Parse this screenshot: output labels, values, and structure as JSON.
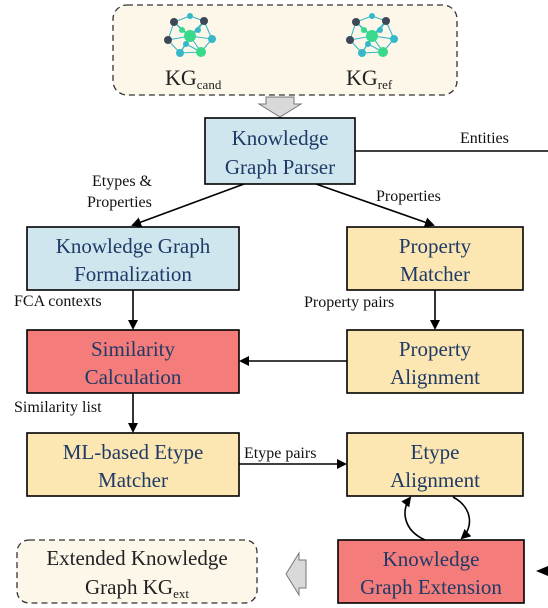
{
  "top_graphs": {
    "left_label": "KG",
    "left_subscript": "cand",
    "right_label": "KG",
    "right_subscript": "ref"
  },
  "nodes": {
    "parser": {
      "line1": "Knowledge",
      "line2": "Graph Parser",
      "color": "#cfe6ee"
    },
    "formalization": {
      "line1": "Knowledge Graph",
      "line2": "Formalization",
      "color": "#cfe6ee"
    },
    "property_matcher": {
      "line1": "Property",
      "line2": "Matcher",
      "color": "#fce7b2"
    },
    "similarity_calc": {
      "line1": "Similarity",
      "line2": "Calculation",
      "color": "#f47c7a"
    },
    "property_alignment": {
      "line1": "Property",
      "line2": "Alignment",
      "color": "#fce7b2"
    },
    "etype_matcher": {
      "line1": "ML-based Etype",
      "line2": "Matcher",
      "color": "#fce7b2"
    },
    "etype_alignment": {
      "line1": "Etype",
      "line2": "Alignment",
      "color": "#fce7b2"
    },
    "kg_extension": {
      "line1": "Knowledge",
      "line2": "Graph Extension",
      "color": "#f47c7a"
    }
  },
  "output": {
    "line1": "Extended Knowledge",
    "line2_prefix": "Graph KG",
    "line2_subscript": "ext"
  },
  "edge_labels": {
    "entities": "Entities",
    "etypes_properties_1": "Etypes &",
    "etypes_properties_2": "Properties",
    "properties": "Properties",
    "fca_contexts": "FCA contexts",
    "property_pairs": "Property pairs",
    "similarity_list": "Similarity list",
    "etype_pairs": "Etype pairs"
  },
  "icon_names": [
    "network-graph-icon",
    "arrow-down-icon",
    "arrow-left-icon"
  ],
  "colors": {
    "blue_box": "#cfe6ee",
    "yellow_box": "#fce7b2",
    "red_box": "#f47c7a",
    "dashed_bg": "#fdf7ea",
    "node_text": "#1f3a66",
    "graph_teal": "#35b9c9",
    "graph_green": "#38d98a",
    "graph_dark": "#3d4757"
  }
}
